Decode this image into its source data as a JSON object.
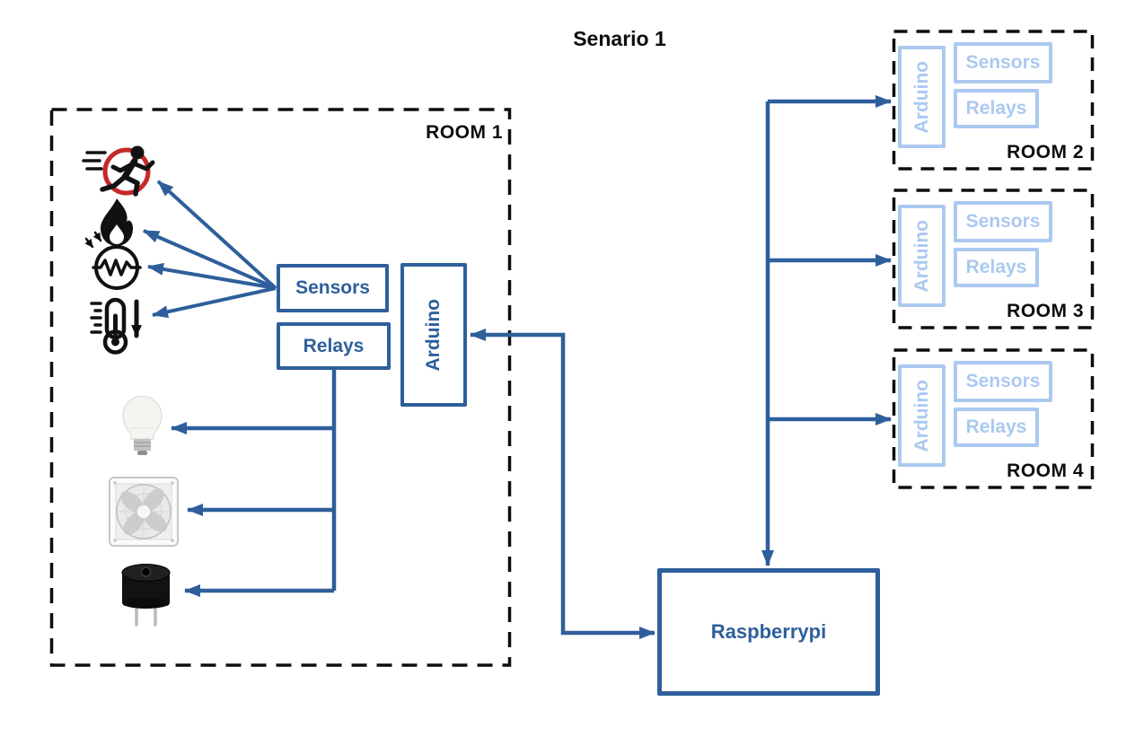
{
  "title": "Senario 1",
  "room1": {
    "label": "ROOM 1",
    "boxes": {
      "sensors": "Sensors",
      "relays": "Relays",
      "arduino": "Arduino"
    },
    "sensor_icons": [
      "motion-sensor",
      "flame-sensor",
      "light-sensor",
      "temperature-sensor"
    ],
    "actuator_icons": [
      "light-bulb",
      "fan",
      "buzzer"
    ]
  },
  "remote_rooms": [
    {
      "label": "ROOM 2",
      "boxes": {
        "arduino": "Arduino",
        "sensors": "Sensors",
        "relays": "Relays"
      }
    },
    {
      "label": "ROOM 3",
      "boxes": {
        "arduino": "Arduino",
        "sensors": "Sensors",
        "relays": "Relays"
      }
    },
    {
      "label": "ROOM 4",
      "boxes": {
        "arduino": "Arduino",
        "sensors": "Sensors",
        "relays": "Relays"
      }
    }
  ],
  "raspberrypi": {
    "label": "Raspberrypi"
  },
  "colors": {
    "primary_blue": "#2e5f9b",
    "light_blue": "#abc9f0",
    "outline_black": "#0d0d0d",
    "motion_red": "#c62828"
  }
}
